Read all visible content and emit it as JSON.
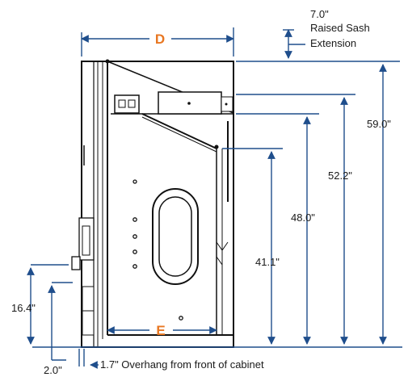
{
  "labels": {
    "d": "D",
    "e": "E",
    "sash_value": "7.0\"",
    "sash_line1": "Raised Sash",
    "sash_line2": "Extension",
    "h59": "59.0\"",
    "h52": "52.2\"",
    "h48": "48.0\"",
    "h41": "41.1\"",
    "h16": "16.4\"",
    "d2": "2.0\"",
    "overhang": "1.7\" Overhang from front of cabinet"
  },
  "colors": {
    "dimension": "#1f4e8c",
    "letter": "#e87722",
    "outline": "#111111",
    "panel": "#f5f5f5"
  }
}
